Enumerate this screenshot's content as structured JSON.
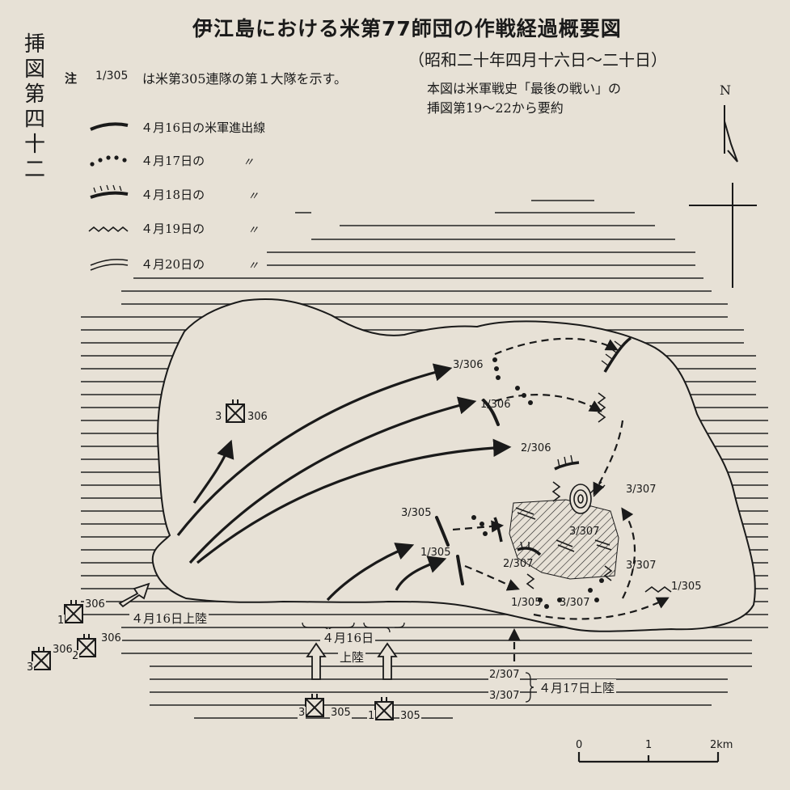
{
  "title": "伊江島における米第77師団の作戦経過概要図",
  "period": "（昭和二十年四月十六日～二十日）",
  "figure_label": "挿図第四十二",
  "note": {
    "label": "注",
    "example": "1/305",
    "text": "は米第305連隊の第１大隊を示す。"
  },
  "source": [
    "本図は米軍戦史「最後の戦い」の",
    "挿図第19～22から要約"
  ],
  "legend": {
    "items": [
      {
        "style": "solid",
        "label": "４月16日の米軍進出線",
        "ditto": ""
      },
      {
        "style": "dotted",
        "label": "４月17日の",
        "ditto": "〃"
      },
      {
        "style": "hatched",
        "label": "４月18日の",
        "ditto": "〃"
      },
      {
        "style": "zigzag",
        "label": "４月19日の",
        "ditto": "〃"
      },
      {
        "style": "double",
        "label": "４月20日の",
        "ditto": "〃"
      }
    ]
  },
  "north": "N",
  "scale": {
    "ticks": [
      "0",
      "1",
      "2km"
    ]
  },
  "landings": {
    "west": "４月16日上陸",
    "south_date": "４月16日",
    "south_word": "上陸",
    "east": "４月17日上陸"
  },
  "units": {
    "u3_306_map": "3/306",
    "u1_306_map": "1/306",
    "u2_306_map": "2/306",
    "u3_305_map": "3/305",
    "u1_305_map": "1/305",
    "u3_307_top": "3/307",
    "u3_307_mid": "3/307",
    "u3_307_right": "3/307",
    "u2_307_map": "2/307",
    "u1_305_low": "1/305",
    "u3_307_low": "3/307",
    "u1_305_east": "1/305",
    "u2_307_ship": "2/307",
    "u3_307_ship": "3/307"
  },
  "symbols": {
    "s3_306_inland": {
      "num": "3",
      "reg": "306"
    },
    "s1_306": {
      "num": "1",
      "reg": "306"
    },
    "s2_306": {
      "num": "2",
      "reg": "306"
    },
    "s3_306": {
      "num": "3",
      "reg": "306"
    },
    "s3_305": {
      "num": "3",
      "reg": "305"
    },
    "s1_305": {
      "num": "1",
      "reg": "305"
    }
  },
  "colors": {
    "paper": "#e7e1d6",
    "ink": "#1a1a1a"
  }
}
